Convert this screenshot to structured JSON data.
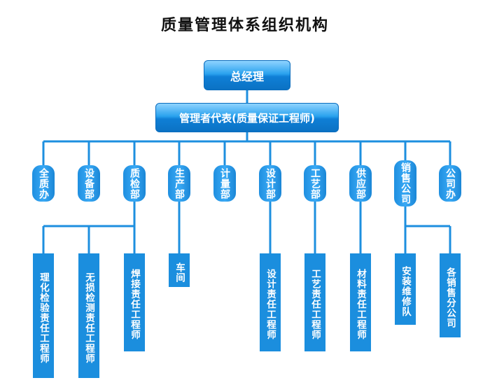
{
  "title": "质量管理体系组织机构",
  "ceo": "总经理",
  "rep": "管理者代表(质量保证工程师)",
  "departments": [
    "全质办",
    "设备部",
    "质检部",
    "生产部",
    "计量部",
    "设计部",
    "工艺部",
    "供应部",
    "销售公司",
    "公司办"
  ],
  "subunits": [
    "理化检验责任工程师",
    "无损检测责任工程师",
    "焊接责任工程师",
    "车间",
    "设计责任工程师",
    "工艺责任工程师",
    "材料责任工程师",
    "安装维修队",
    "各销售分公司"
  ],
  "colors": {
    "line": "#1d8fdf",
    "box": "#1b8ede"
  }
}
